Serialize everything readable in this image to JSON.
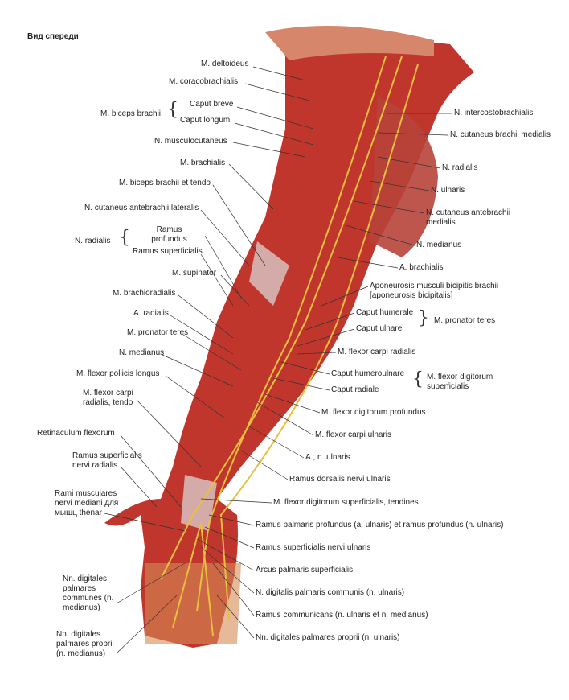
{
  "title": "Вид спереди",
  "left": [
    "M. deltoideus",
    "M. coracobrachialis",
    "M. biceps brachii",
    "Caput breve",
    "Caput longum",
    "N. musculocutaneus",
    "M. brachialis",
    "M. biceps brachii et tendo",
    "N. cutaneus antebrachii lateralis",
    "N. radialis",
    "Ramus profundus",
    "Ramus superficialis",
    "M. supinator",
    "M. brachioradialis",
    "A. radialis",
    "M. pronator teres",
    "N. medianus",
    "M. flexor pollicis longus",
    "M. flexor carpi radialis, tendo",
    "Retinaculum flexorum",
    "Ramus superficialis nervi radialis",
    "Rami musculares nervi mediani для мышц thenar",
    "Nn. digitales palmares communes (n. medianus)",
    "Nn. digitales palmares proprii (n. medianus)"
  ],
  "right": [
    "N. intercostobrachialis",
    "N. cutaneus brachii medialis",
    "N. radialis",
    "N. ulnaris",
    "N. cutaneus antebrachii medialis",
    "N. medianus",
    "A. brachialis",
    "Aponeurosis musculi bicipitis brachii [aponeurosis bicipitalis]",
    "Caput humerale",
    "Caput ulnare",
    "M. pronator teres",
    "M. flexor carpi radialis",
    "Caput humeroulnare",
    "Caput radiale",
    "M. flexor digitorum superficialis",
    "M. flexor digitorum profundus",
    "M. flexor carpi ulnaris",
    "A., n. ulnaris",
    "Ramus dorsalis nervi ulnaris",
    "M. flexor digitorum superficialis, tendines",
    "Ramus palmaris profundus (a. ulnaris) et ramus profundus (n. ulnaris)",
    "Ramus superficialis nervi ulnaris",
    "Arcus palmaris superficialis",
    "N. digitalis palmaris communis (n. ulnaris)",
    "Ramus communicans (n. ulnaris et n. medianus)",
    "Nn. digitales palmares proprii (n. ulnaris)"
  ],
  "colors": {
    "muscle": "#c0362c",
    "nerve": "#e8c040",
    "tendon": "#d9d6d8"
  }
}
